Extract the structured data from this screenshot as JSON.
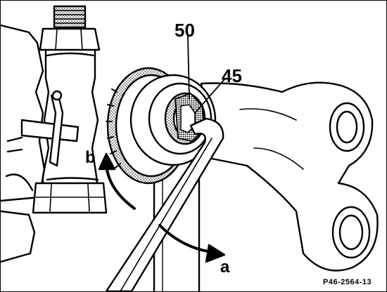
{
  "labels": {
    "callout_50": "50",
    "callout_45": "45",
    "direction_a": "a",
    "direction_b": "b",
    "figure_id": "P46-2564-13"
  },
  "colors": {
    "ink": "#000000",
    "paper": "#ffffff",
    "shade": "#8a8a8a"
  }
}
